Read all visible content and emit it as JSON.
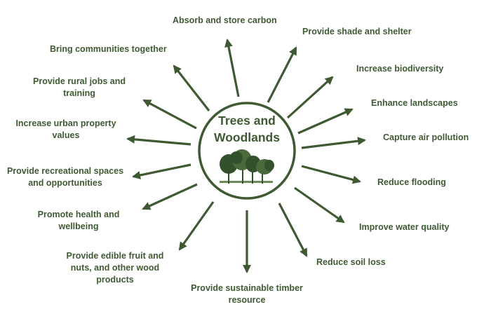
{
  "diagram": {
    "center": {
      "title_line1": "Trees and",
      "title_line2": "Woodlands",
      "image": "trees-illustration-icon"
    },
    "benefits": [
      {
        "id": "carbon",
        "line1": "Absorb and store carbon"
      },
      {
        "id": "shade",
        "line1": "Provide shade and shelter"
      },
      {
        "id": "biodiv",
        "line1": "Increase biodiversity"
      },
      {
        "id": "landscape",
        "line1": "Enhance landscapes"
      },
      {
        "id": "air",
        "line1": "Capture air pollution"
      },
      {
        "id": "flood",
        "line1": "Reduce flooding"
      },
      {
        "id": "water",
        "line1": "Improve water quality"
      },
      {
        "id": "soil",
        "line1": "Reduce soil loss"
      },
      {
        "id": "timber",
        "line1": "Provide sustainable timber",
        "line2": "resource"
      },
      {
        "id": "fruit",
        "line1": "Provide edible fruit and",
        "line2": "nuts, and other wood",
        "line3": "products"
      },
      {
        "id": "health",
        "line1": "Promote health and",
        "line2": "wellbeing"
      },
      {
        "id": "recreation",
        "line1": "Provide recreational spaces",
        "line2": "and opportunities"
      },
      {
        "id": "property",
        "line1": "Increase urban property",
        "line2": "values"
      },
      {
        "id": "jobs",
        "line1": "Provide rural jobs and",
        "line2": "training"
      },
      {
        "id": "community",
        "line1": "Bring communities together"
      }
    ],
    "colors": {
      "primary": "#3f5a33",
      "tree_dark": "#35502c",
      "tree_light": "#6e8a5a"
    }
  }
}
